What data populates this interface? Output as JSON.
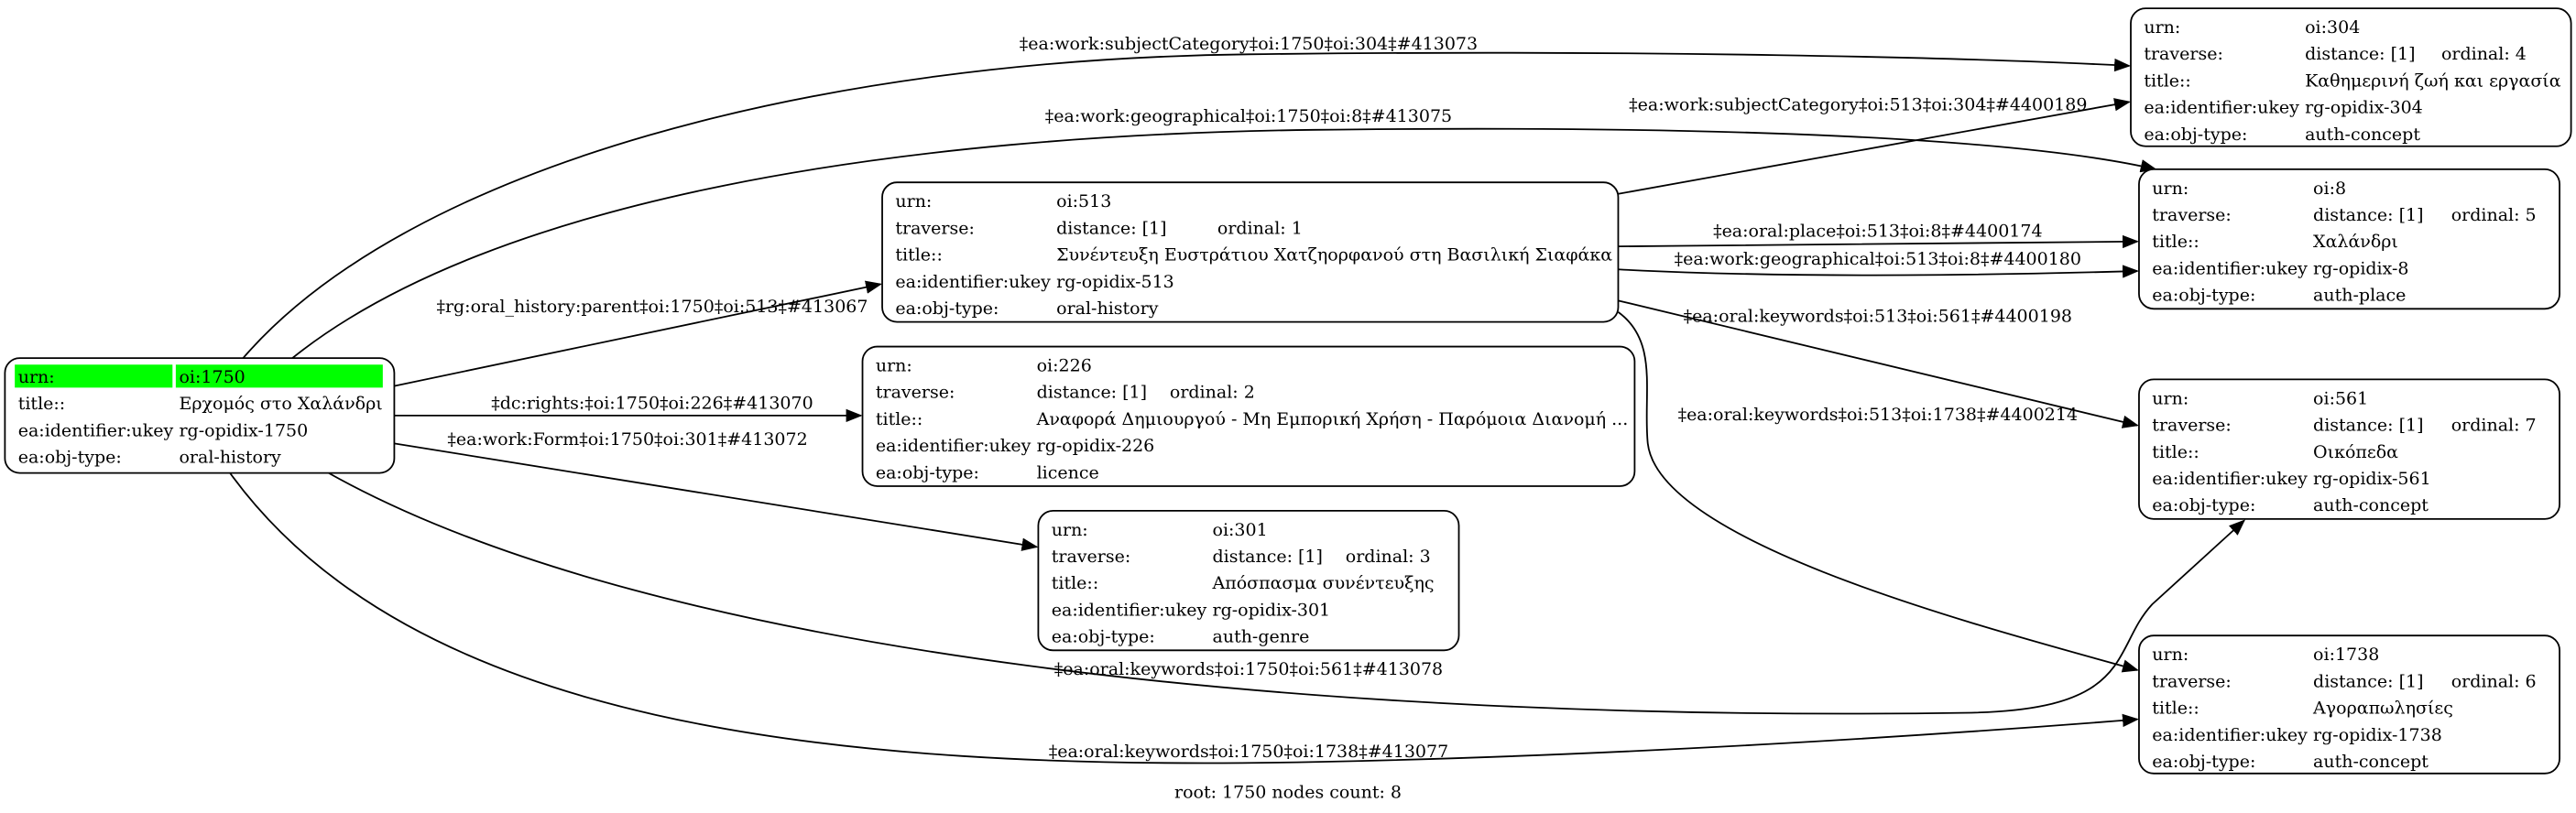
{
  "footer": "root: 1750 nodes count: 8",
  "highlight_color": "#00ff00",
  "nodes": {
    "n1750": {
      "rows": [
        [
          "urn:",
          "oi:1750"
        ],
        [
          "title::",
          "Ερχομός στο Χαλάνδρι"
        ],
        [
          "ea:identifier:ukey",
          "rg-opidix-1750"
        ],
        [
          "ea:obj-type:",
          "oral-history"
        ]
      ]
    },
    "n513": {
      "rows": [
        [
          "urn:",
          "oi:513"
        ],
        [
          "traverse:",
          "distance: [1]",
          "ordinal: 1"
        ],
        [
          "title::",
          "Συνέντευξη Ευστράτιου Χατζηορφανού στη Βασιλική Σιαφάκα"
        ],
        [
          "ea:identifier:ukey",
          "rg-opidix-513"
        ],
        [
          "ea:obj-type:",
          "oral-history"
        ]
      ]
    },
    "n226": {
      "rows": [
        [
          "urn:",
          "oi:226"
        ],
        [
          "traverse:",
          "distance: [1]",
          "ordinal: 2"
        ],
        [
          "title::",
          "Αναφορά Δημιουργού - Μη Εμπορική Χρήση - Παρόμοια Διανομή ..."
        ],
        [
          "ea:identifier:ukey",
          "rg-opidix-226"
        ],
        [
          "ea:obj-type:",
          "licence"
        ]
      ]
    },
    "n301": {
      "rows": [
        [
          "urn:",
          "oi:301"
        ],
        [
          "traverse:",
          "distance: [1]",
          "ordinal: 3"
        ],
        [
          "title::",
          "Απόσπασμα συνέντευξης"
        ],
        [
          "ea:identifier:ukey",
          "rg-opidix-301"
        ],
        [
          "ea:obj-type:",
          "auth-genre"
        ]
      ]
    },
    "n304": {
      "rows": [
        [
          "urn:",
          "oi:304"
        ],
        [
          "traverse:",
          "distance: [1]",
          "ordinal: 4"
        ],
        [
          "title::",
          "Καθημερινή ζωή και εργασία"
        ],
        [
          "ea:identifier:ukey",
          "rg-opidix-304"
        ],
        [
          "ea:obj-type:",
          "auth-concept"
        ]
      ]
    },
    "n8": {
      "rows": [
        [
          "urn:",
          "oi:8"
        ],
        [
          "traverse:",
          "distance: [1]",
          "ordinal: 5"
        ],
        [
          "title::",
          "Χαλάνδρι"
        ],
        [
          "ea:identifier:ukey",
          "rg-opidix-8"
        ],
        [
          "ea:obj-type:",
          "auth-place"
        ]
      ]
    },
    "n561": {
      "rows": [
        [
          "urn:",
          "oi:561"
        ],
        [
          "traverse:",
          "distance: [1]",
          "ordinal: 7"
        ],
        [
          "title::",
          "Οικόπεδα"
        ],
        [
          "ea:identifier:ukey",
          "rg-opidix-561"
        ],
        [
          "ea:obj-type:",
          "auth-concept"
        ]
      ]
    },
    "n1738": {
      "rows": [
        [
          "urn:",
          "oi:1738"
        ],
        [
          "traverse:",
          "distance: [1]",
          "ordinal: 6"
        ],
        [
          "title::",
          "Αγοραπωλησίες"
        ],
        [
          "ea:identifier:ukey",
          "rg-opidix-1738"
        ],
        [
          "ea:obj-type:",
          "auth-concept"
        ]
      ]
    }
  },
  "edges": {
    "e1": "‡ea:work:subjectCategory‡oi:1750‡oi:304‡#413073",
    "e2": "‡ea:work:geographical‡oi:1750‡oi:8‡#413075",
    "e3": "‡rg:oral_history:parent‡oi:1750‡oi:513‡#413067",
    "e4": "‡dc:rights:‡oi:1750‡oi:226‡#413070",
    "e5": "‡ea:work:Form‡oi:1750‡oi:301‡#413072",
    "e6": "‡ea:oral:keywords‡oi:1750‡oi:561‡#413078",
    "e7": "‡ea:oral:keywords‡oi:1750‡oi:1738‡#413077",
    "e8": "‡ea:work:subjectCategory‡oi:513‡oi:304‡#4400189",
    "e9": "‡ea:oral:place‡oi:513‡oi:8‡#4400174",
    "e10": "‡ea:work:geographical‡oi:513‡oi:8‡#4400180",
    "e11": "‡ea:oral:keywords‡oi:513‡oi:561‡#4400198",
    "e12": "‡ea:oral:keywords‡oi:513‡oi:1738‡#4400214"
  }
}
